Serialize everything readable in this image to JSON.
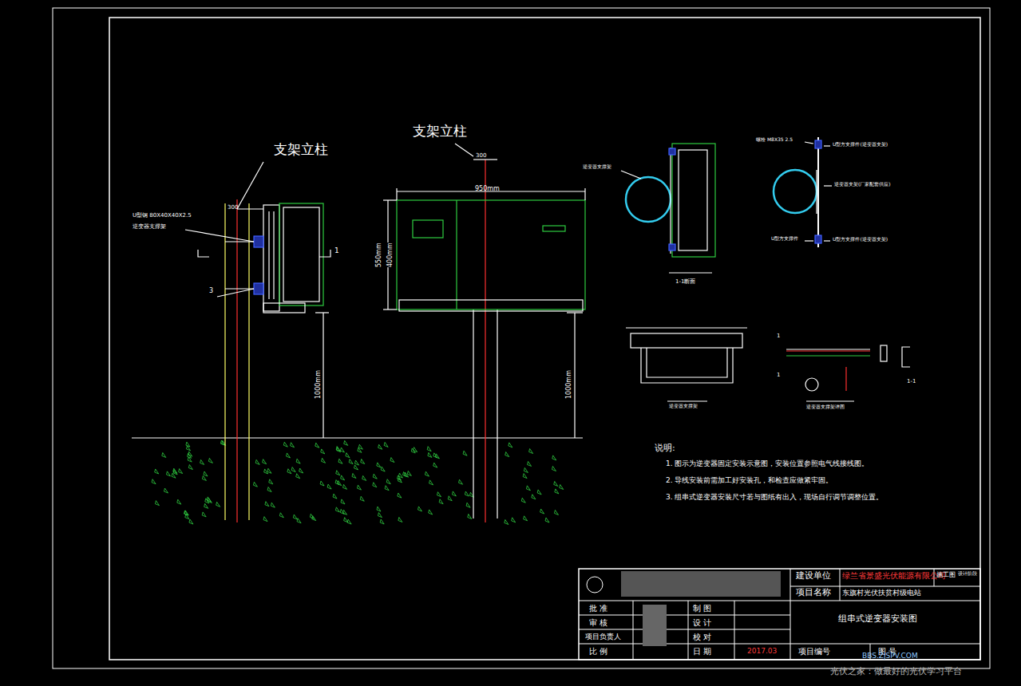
{
  "diagram": {
    "labels": [
      "支架立柱",
      "支架立柱",
      "300",
      "U型钢 80X40X40X2.5",
      "逆变器支撑架",
      "1",
      "3",
      "1000mm",
      "300",
      "950mm",
      "550mm",
      "400mm",
      "1000mm",
      "逆变器支撑架",
      "1-1断面",
      "螺栓 M8X35 2.5",
      "U型方支撑件(逆变器支架)",
      "逆变器支架(厂家配套供应)",
      "U型方支撑件",
      "U型方支撑件(逆变器支架)",
      "逆变器支撑架",
      "逆变器支撑架详图",
      "1-1",
      "1",
      "1",
      "说明:",
      "1. 图示为逆变器固定安装示意图，安装位置参照电气线接线图。",
      "2. 导线安装前需加工好安装孔，和检查应做紧牢固。",
      "3. 组串式逆变器安装尺寸若与图纸有出入，现场自行调节调整位置。",
      "建设单位",
      "绿兰省景盛光伏能源有限公司",
      "施工图",
      "设计阶段",
      "项目名称",
      "东旗村光伏扶贫村级电站",
      "批 准",
      "审 核",
      "项目负责人",
      "比 例",
      "制 图",
      "设 计",
      "校 对",
      "日 期",
      "2017.03",
      "组串式逆变器安装图",
      "项目编号",
      "图 号",
      "光伏之家：做最好的光伏学习平台",
      "BBS.ZJSPV.COM"
    ]
  }
}
